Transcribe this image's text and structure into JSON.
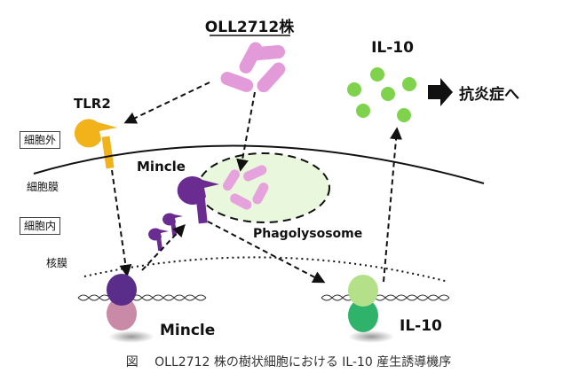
{
  "title": "OLL2712株",
  "labels": {
    "il10_top": "IL-10",
    "anti_inflammation": "抗炎症へ",
    "tlr2": "TLR2",
    "extracellular": "細胞外",
    "cell_membrane": "細胞膜",
    "intracellular": "細胞内",
    "mincle_top": "Mincle",
    "phagolysosome": "Phagolysosome",
    "nuclear_membrane": "核膜",
    "mincle_gene": "Mincle",
    "il10_gene": "IL-10"
  },
  "caption": "図　 OLL2712 株の樹状細胞における IL-10 産生誘導機序",
  "colors": {
    "bacteria": "#e39ad8",
    "bacteria_inside": "#e6a2dc",
    "il10_dot": "#7fd24b",
    "tlr2": "#f2b21a",
    "mincle": "#6b2c91",
    "phagolysosome_fill": "#e9f7dc",
    "gene_mincle_top": "#5a2d8a",
    "gene_mincle_bottom": "#c98aa8",
    "gene_il10_top": "#b4e08a",
    "gene_il10_bottom": "#2fb36a"
  }
}
